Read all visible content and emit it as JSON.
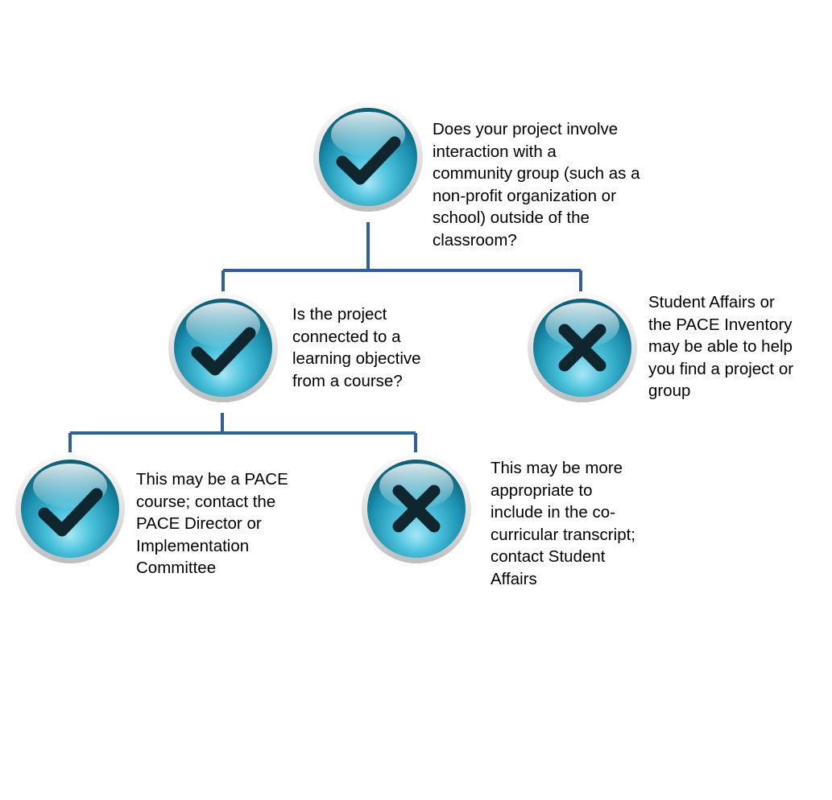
{
  "colors": {
    "connector": "#2f5f9e",
    "orb_dark": "#0b5d72",
    "orb_mid": "#2aa6c4",
    "orb_light": "#a6e6f5",
    "rim": "#e8e8e8",
    "mark": "#10262e"
  },
  "nodes": {
    "root": {
      "icon": "check-icon",
      "text": "Does your project involve\ninteraction with a\ncommunity group (such as a\nnon-profit organization or\nschool) outside of the\nclassroom?"
    },
    "yes": {
      "icon": "check-icon",
      "text": "Is the project\nconnected to a\nlearning objective\nfrom a course?"
    },
    "no": {
      "icon": "x-icon",
      "text": "Student  Affairs or\nthe PACE Inventory\nmay be able to help\nyou find a project or\ngroup"
    },
    "yes_yes": {
      "icon": "check-icon",
      "text": "This may be a  PACE\ncourse; contact the\nPACE Director or\nImplementation\nCommittee"
    },
    "yes_no": {
      "icon": "x-icon",
      "text": "This may be more\nappropriate to\ninclude in the co-\ncurricular transcript;\ncontact Student\nAffairs"
    }
  }
}
